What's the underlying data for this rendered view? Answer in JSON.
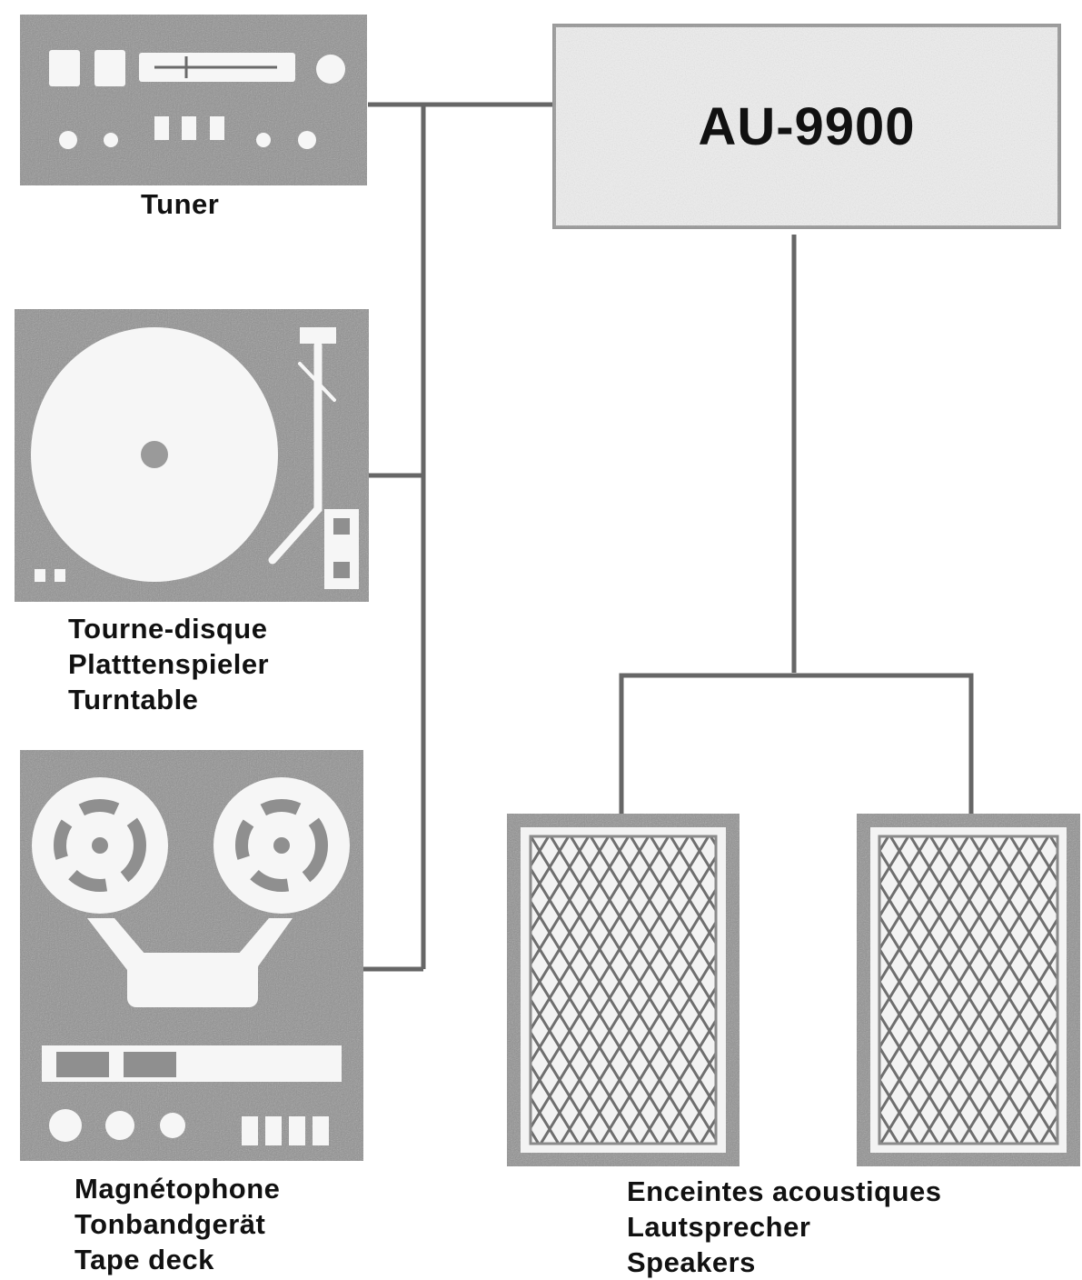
{
  "amplifier": {
    "model": "AU-9900"
  },
  "components": {
    "tuner": {
      "labels": [
        "Tuner"
      ]
    },
    "turntable": {
      "labels": [
        "Tourne-disque",
        "Platttenspieler",
        "Turntable"
      ]
    },
    "tape_deck": {
      "labels": [
        "Magnétophone",
        "Tonbandgerät",
        "Tape deck"
      ]
    },
    "speakers": {
      "labels": [
        "Enceintes acoustiques",
        "Lautsprecher",
        "Speakers"
      ]
    }
  },
  "colors": {
    "device_fill": "#8f8f8f",
    "device_cutout": "#f6f6f6",
    "amp_fill": "#eeeeee",
    "wire": "#666666",
    "text": "#111111"
  }
}
